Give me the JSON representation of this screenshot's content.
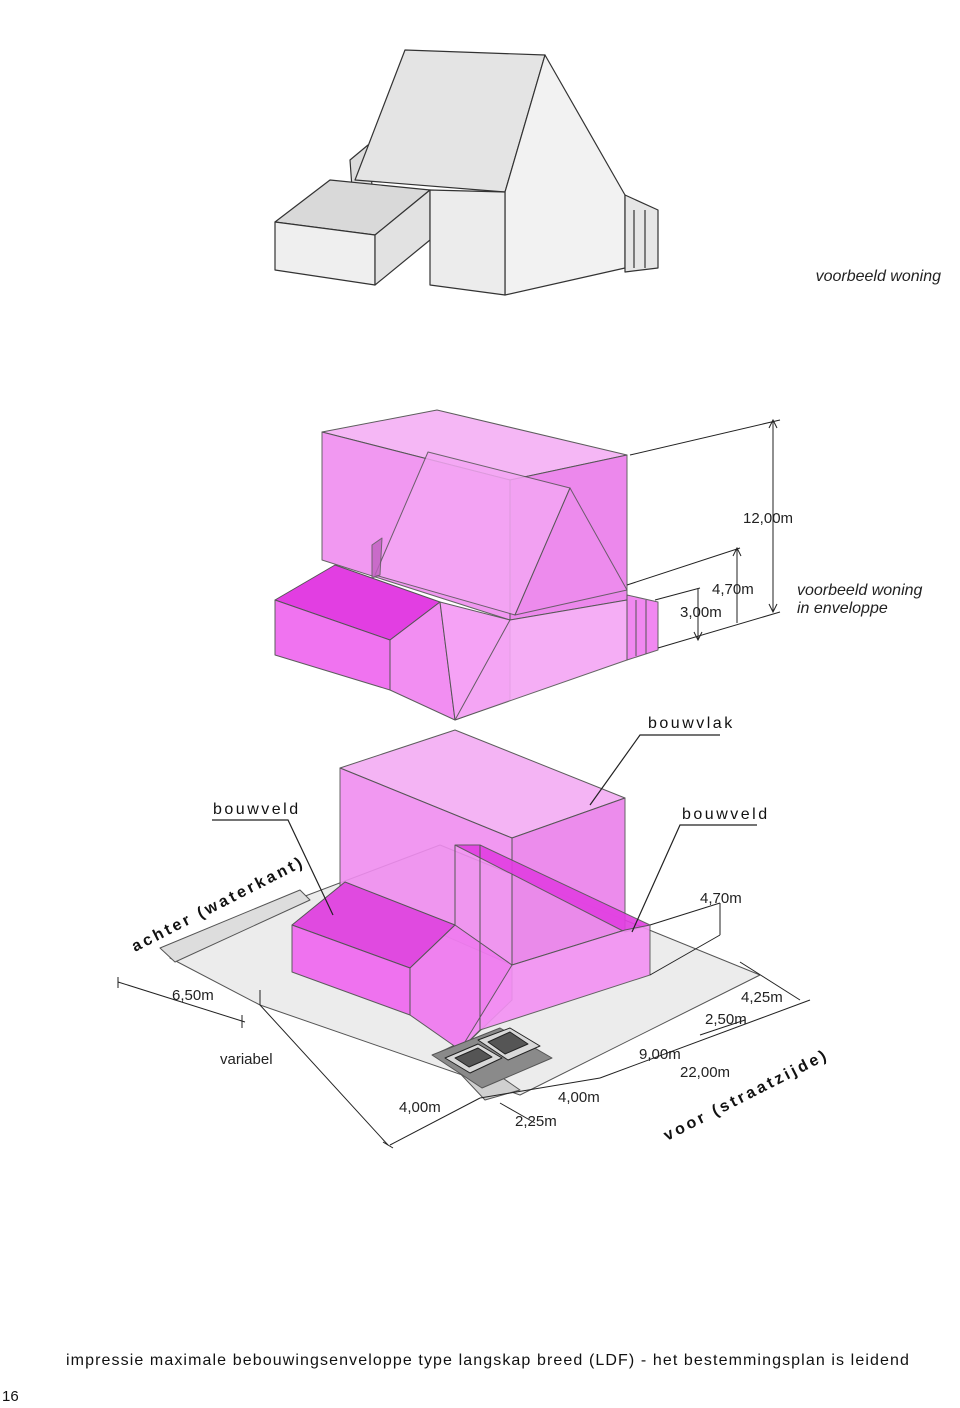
{
  "labels": {
    "house_example": "voorbeeld woning",
    "house_in_envelope_line1": "voorbeeld woning",
    "house_in_envelope_line2": "in enveloppe",
    "bouwvlak": "bouwvlak",
    "bouwveld_left": "bouwveld",
    "bouwveld_right": "bouwveld",
    "rear_side": "achter (waterkant)",
    "front_side": "voor (straatzijde)"
  },
  "dimensions": {
    "h_total": "12,00m",
    "h_ridge_extension": "4,70m",
    "h_eave_extension": "3,00m",
    "h_field": "4,70m",
    "d_650": "6,50m",
    "d_variabel": "variabel",
    "d_425": "4,25m",
    "d_250": "2,50m",
    "d_900": "9,00m",
    "d_2200": "22,00m",
    "d_400_a": "4,00m",
    "d_400_b": "4,00m",
    "d_225": "2,25m"
  },
  "caption": "impressie maximale bebouwingsenveloppe type langskap breed (LDF) - het bestemmingsplan is leidend",
  "page_number": "16",
  "colors": {
    "envelope_fill": "#f08df0",
    "envelope_dark": "#e23ee2",
    "house_fill": "#ededed",
    "ground": "#ececec"
  }
}
